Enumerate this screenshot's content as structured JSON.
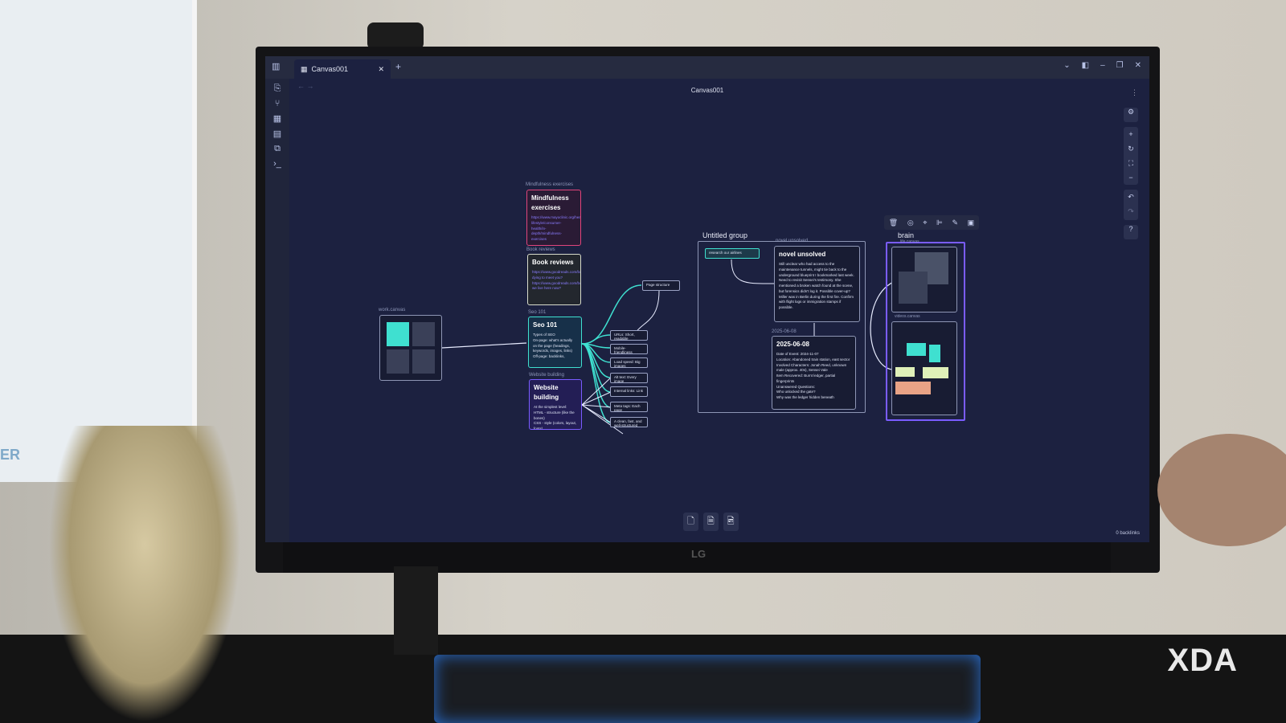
{
  "app": {
    "tab_title": "Canvas001",
    "view_title": "Canvas001",
    "backlinks": "0 backlinks"
  },
  "brand_watermark": "XDA",
  "monitor_logo": "LG",
  "poster_text": "ER",
  "canvas": {
    "mindfulness": {
      "label": "Mindfulness exercises",
      "title": "Mindfulness exercises",
      "body": "https://www.mayoclinic.org/healthy-lifestyle/consumer-health/in-depth/mindfulness-exercises"
    },
    "book": {
      "label": "Book reviews",
      "title": "Book reviews",
      "body": "https://www.goodreads.com/book/show/... dying to meet you? https://www.goodreads.com/book/show/... we live here now?"
    },
    "seo": {
      "label": "Seo 101",
      "title": "Seo 101",
      "subtitle": "Types of SEO",
      "bullets": [
        "On-page: what's actually on the page (headings, keywords, images, links)",
        "Off-page: backlinks,"
      ]
    },
    "web": {
      "label": "Website building",
      "title": "Website building",
      "subtitle": "At the simplest level:",
      "bullets": [
        "HTML - structure (like the bones)",
        "CSS - style (colors, layout, fonts)"
      ]
    },
    "work": {
      "label": "work.canvas"
    },
    "page_structure": "Page structure",
    "seo_items": [
      "URLs: Short, readable",
      "Mobile-friendliness",
      "Load speed: Big images",
      "Alt text: Every image",
      "Internal links: Link",
      "Meta tags: Each page",
      "A clean, fast, and well-structured"
    ],
    "group": {
      "label": "Untitled group",
      "research": "research our airlines",
      "novel": {
        "label": "novel unsolved",
        "title": "novel unsolved",
        "bullets": [
          "Still unclear who had access to the maintenance tunnels, might tie back to the underground blueprint I bookmarked last week.",
          "Need to revisit Sensei's testimony. She mentioned a broken watch found at the scene, but forensics didn't log it. Possible cover-up?",
          "Miller was in Berlin during the first fire. Confirm with flight logs or immigration stamps if possible."
        ]
      },
      "date": {
        "label": "2025-06-08",
        "title": "2025-06-08",
        "lines": [
          "Date of Event: 2024-11-07",
          "Location: Abandoned train station, east sector",
          "Involved Characters: Jonah Reed, unknown male (approx. 40s), Sensei Vale",
          "Item Recovered: Burnt ledger, partial fingerprints",
          "Unanswered Questions:"
        ],
        "bullets": [
          "Who unlocked the gate?",
          "Why was the ledger hidden beneath"
        ]
      }
    },
    "brain": {
      "label": "brain",
      "sub1": "life.canvas",
      "sub2": "videos.canvas"
    }
  },
  "colors": {
    "accent_cyan": "#3fe0d0",
    "accent_purple": "#7a5cff",
    "mindfulness_border": "#e0457b",
    "background": "#1c2140"
  },
  "icons": [
    "sidebar-toggle",
    "files",
    "graph",
    "canvas",
    "calendar",
    "copy",
    "terminal",
    "settings",
    "zoom-in",
    "reset",
    "fit",
    "zoom-out",
    "undo",
    "redo",
    "help",
    "trash",
    "palette",
    "zoom-to",
    "align",
    "edit",
    "image",
    "new-note",
    "new-file",
    "new-media"
  ]
}
